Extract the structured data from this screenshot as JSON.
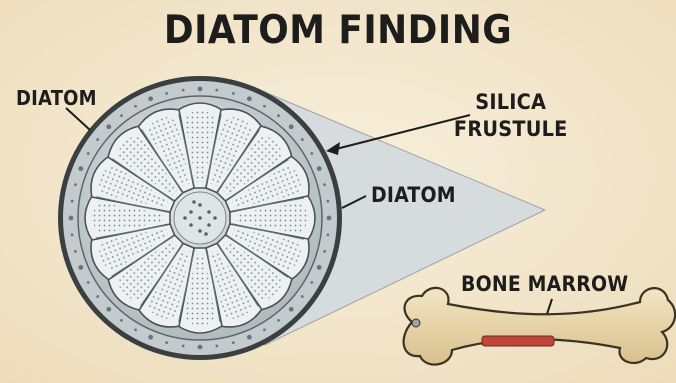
{
  "title": "DIATOM FINDING",
  "labels": {
    "diatom_left": "DIATOM",
    "silica_frustule": [
      "SILICA",
      "FRUSTULE"
    ],
    "diatom_right": "DIATOM",
    "bone_marrow": "BONE MARROW"
  },
  "colors": {
    "background": "#f4e9d4",
    "diatom_fill": "#c9d1d3",
    "diatom_outline": "#2c2f31",
    "cone": "#d9dedf",
    "bone": "#e8d6ad",
    "marrow": "#c0463c",
    "text": "#1d1d1b"
  },
  "icons": [
    "diatom-frustule-icon",
    "bone-icon"
  ]
}
